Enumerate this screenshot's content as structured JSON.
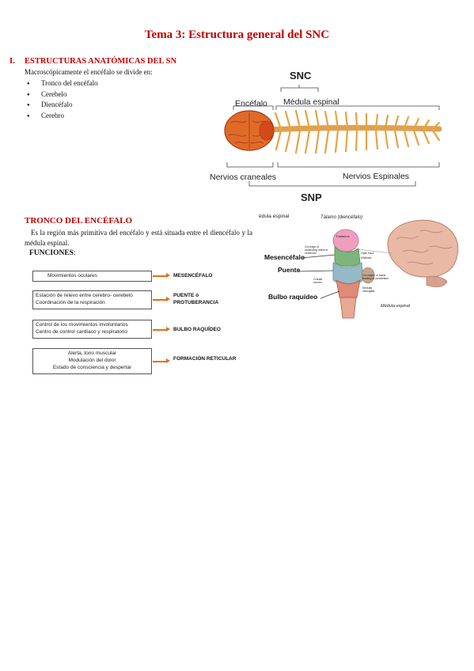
{
  "title": "Tema 3: Estructura general del SNC",
  "section1": {
    "number": "I.",
    "heading": "ESTRUCTURAS ANATÓMICAS DEL SN",
    "intro": "Macroscópicamente el encéfalo se divide en:",
    "items": [
      "Tronco del encéfalo",
      "Cerebelo",
      "Diencéfalo",
      "Cerebro"
    ]
  },
  "figure1": {
    "snc": "SNC",
    "encefalo": "Encéfalo",
    "medula": "Médula espinal",
    "nervios_craneales": "Nervios craneales",
    "nervios_espinales": "Nervios Espinales",
    "snp": "SNP"
  },
  "section2": {
    "heading": "TRONCO DEL ENCÉFALO",
    "paragraph": "Es la región más primitiva del encéfalo y está situada entre el diencéfalo y la médula espinal.",
    "functions_label": "FUNCIONES",
    "functions_colon": ":",
    "functions": [
      {
        "lines": [
          "Movimientos oculares"
        ],
        "target": [
          "MESENCÉFALO"
        ]
      },
      {
        "lines": [
          "Estación de relevo entre cerebro- cerebelo",
          "Coordinación de la respiración"
        ],
        "target": [
          "PUENTE ó",
          "PROTUBERANCIA"
        ]
      },
      {
        "lines": [
          "Control de los movimientos involuntarios",
          "Centro de control cardíaco y respiratorio"
        ],
        "target": [
          "BULBO  RAQUÍDEO"
        ]
      },
      {
        "lines": [
          "Alerta, tono muscular",
          "Modulación del dolor",
          "Estado de consciencia y despertar"
        ],
        "target": [
          "FORMACIÓN RETICULAR"
        ]
      }
    ]
  },
  "figure2": {
    "medula_top": "édula espinal",
    "talamo": "Tálamo (diencéfalo)",
    "thalamus": "Thalamus",
    "mesencefalo": "Mesencéfalo",
    "puente": "Puente",
    "bulbo": "Bulbo raquídeo",
    "medula_bottom": "Médula espinal",
    "small": {
      "cut_asc": "Cut edge of ascending tracts to cerebrum",
      "optic": "Optic tract",
      "midbrain": "Midbrain",
      "cranial": "Cranial nerves",
      "cut_cereb": "Cut edges of tracts leading to cerebellum",
      "medulla": "Medulla oblongata"
    }
  }
}
